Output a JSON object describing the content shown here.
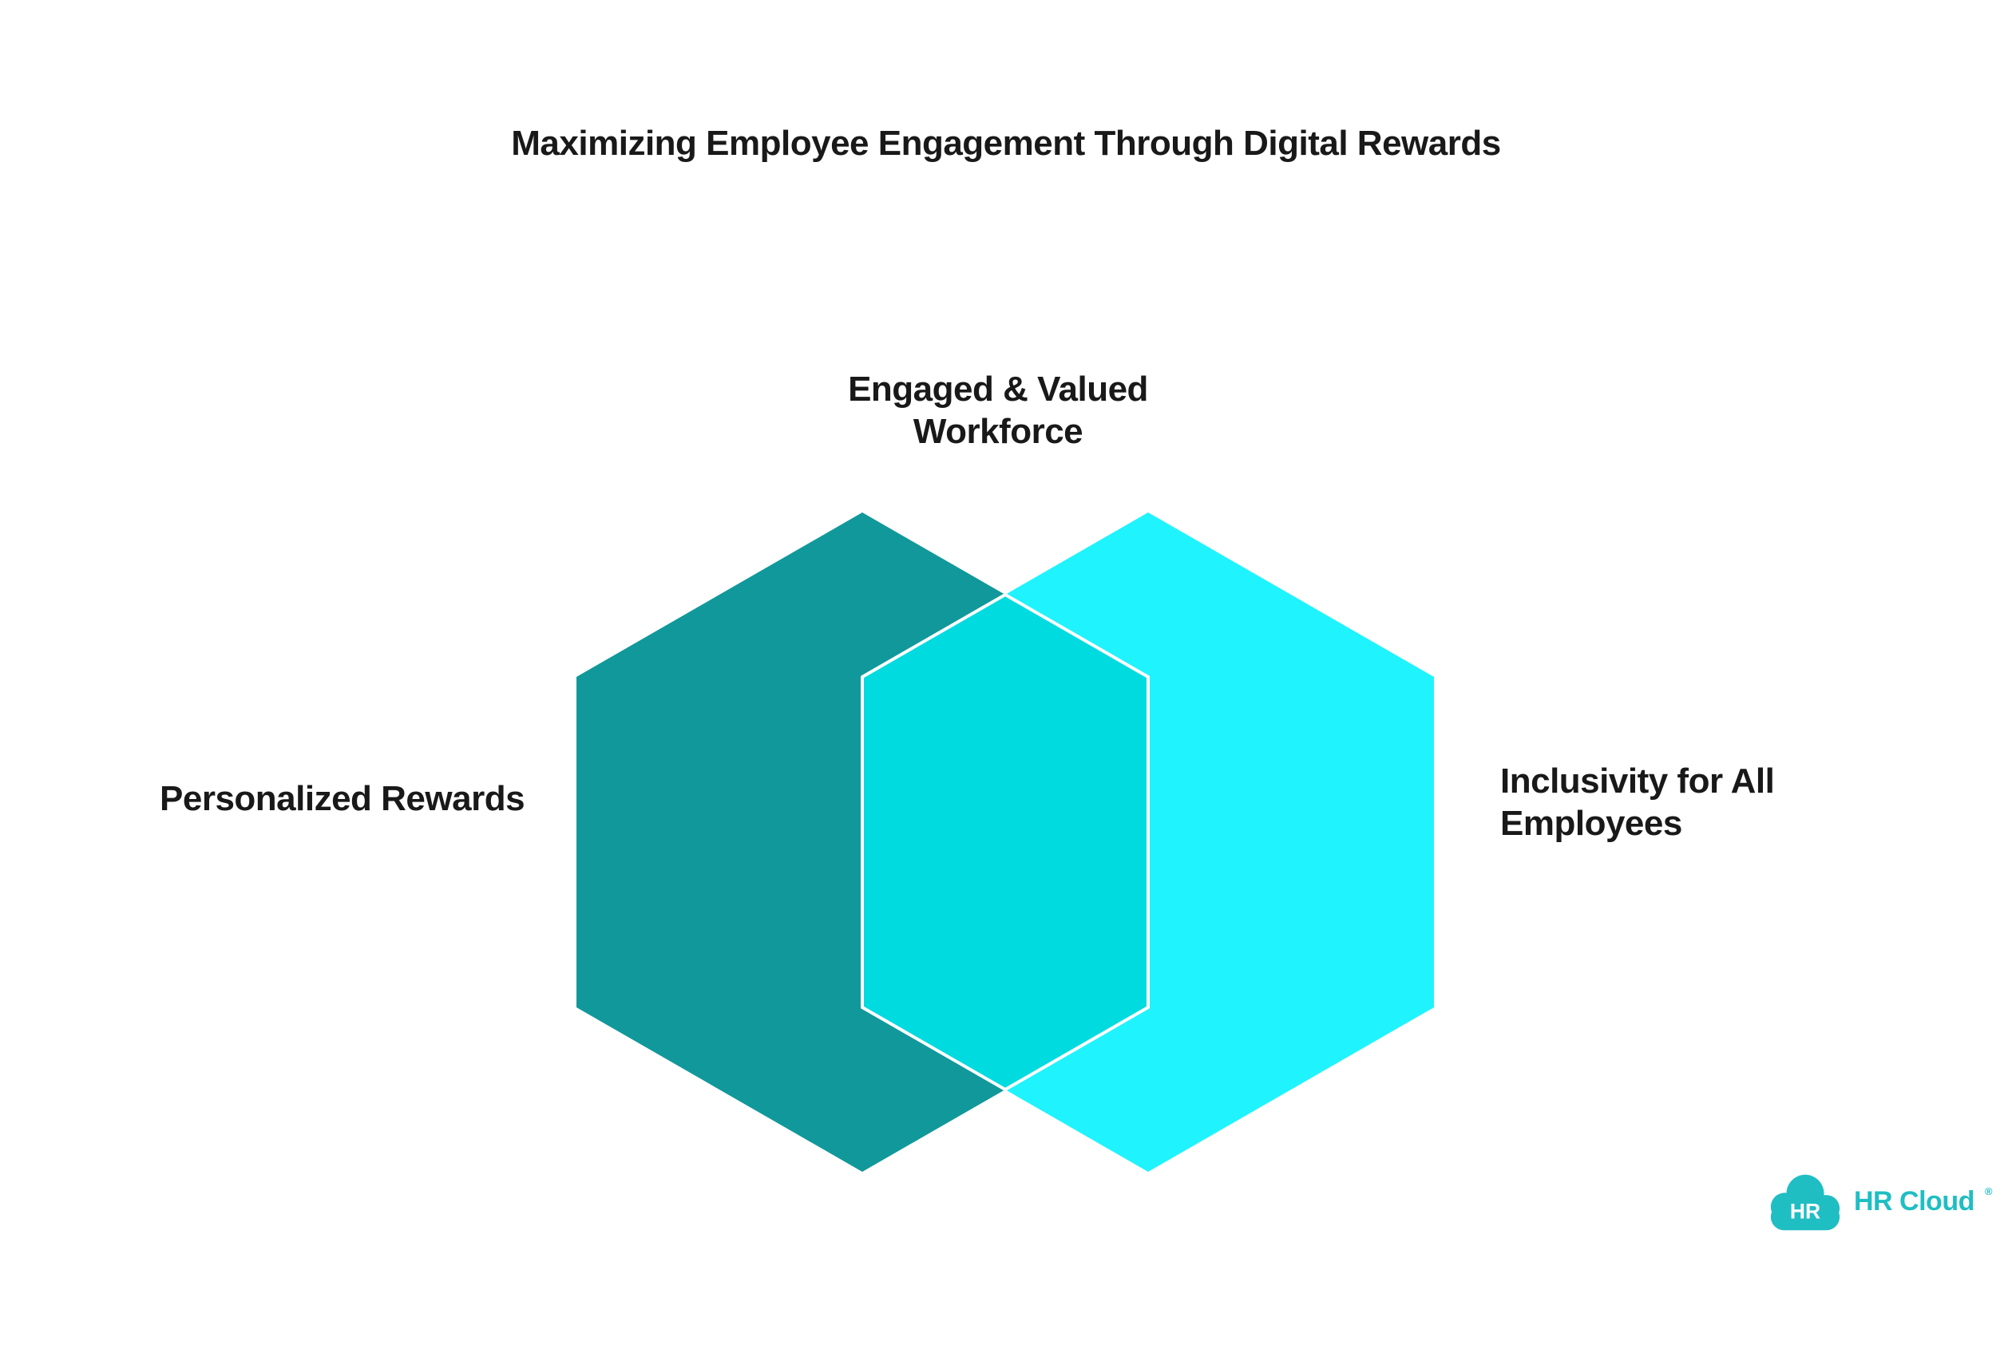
{
  "title": "Maximizing Employee Engagement Through Digital Rewards",
  "diagram": {
    "top_label": "Engaged & Valued Workforce",
    "left_label": "Personalized Rewards",
    "right_label": "Inclusivity for All Employees",
    "colors": {
      "left_hexagon": "#11989B",
      "right_hexagon": "#1FF3FE",
      "overlap": "#00DBE0",
      "overlap_outline": "#FFFFFF"
    }
  },
  "logo": {
    "badge_text": "HR",
    "brand_text": "HR Cloud",
    "registered_mark": "®",
    "brand_color": "#1FBEC3",
    "badge_text_color": "#FFFFFF"
  },
  "text_color": "#191919",
  "background_color": "#FFFFFF"
}
